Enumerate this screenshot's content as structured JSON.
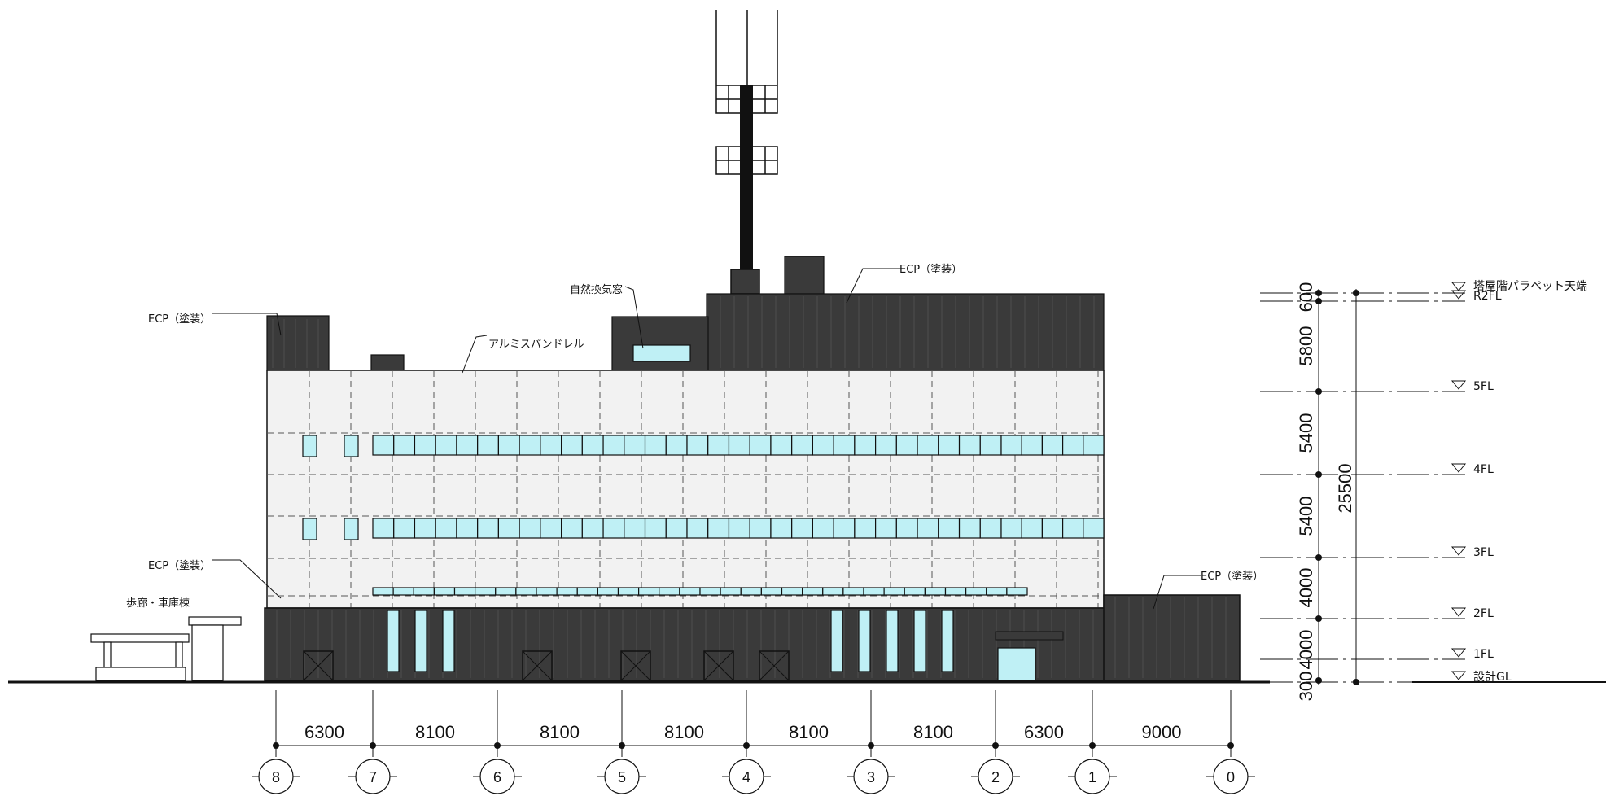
{
  "labels": {
    "ecp_left_top": "ECP（塗装）",
    "ecp_left_bottom": "ECP（塗装）",
    "ecp_top_right": "ECP（塗装）",
    "ecp_right": "ECP（塗装）",
    "natural_vent": "自然換気窓",
    "alumi_spandrel": "アルミスパンドレル",
    "walkway_garage": "歩廊・車庫棟"
  },
  "spans": [
    "6300",
    "8100",
    "8100",
    "8100",
    "8100",
    "8100",
    "6300",
    "9000"
  ],
  "grid_lines": [
    "8",
    "7",
    "6",
    "5",
    "4",
    "3",
    "2",
    "1",
    "0"
  ],
  "levels": [
    "塔屋階パラペット天端",
    "R2FL",
    "5FL",
    "4FL",
    "3FL",
    "2FL",
    "1FL",
    "設計GL"
  ],
  "vertical_dims": [
    "600",
    "5800",
    "5400",
    "5400",
    "4000",
    "4000",
    "300"
  ],
  "total_height": "25500",
  "colors": {
    "dark_panel": "#3a3a3a",
    "light_wall": "#f2f2f2",
    "glass": "#bff0f5",
    "line": "#111111"
  }
}
